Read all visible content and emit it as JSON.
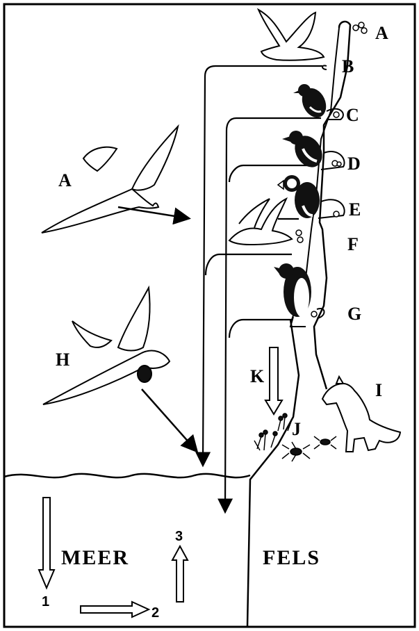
{
  "labels": {
    "A_top": "A",
    "A_left": "A",
    "B": "B",
    "C": "C",
    "D": "D",
    "E": "E",
    "F": "F",
    "G": "G",
    "H": "H",
    "I": "I",
    "J": "J",
    "K": "K"
  },
  "zones": {
    "sea": "MEER",
    "rock": "FELS"
  },
  "legend": {
    "one": "1",
    "two": "2",
    "three": "3"
  }
}
